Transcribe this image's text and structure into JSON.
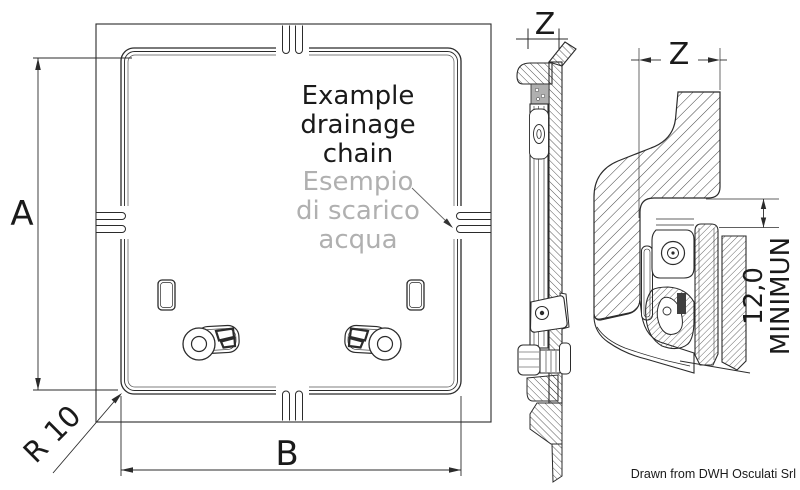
{
  "colors": {
    "line": "#2b2b2b",
    "title_text": "#1a1a1a",
    "subtitle_text": "#b0b0b0",
    "background": "#ffffff"
  },
  "front_view": {
    "title_lines": [
      "Example",
      "drainage",
      "chain"
    ],
    "subtitle_lines": [
      "Esempio",
      "di scarico",
      "acqua"
    ],
    "dim_a_label": "A",
    "dim_b_label": "B",
    "radius_label": "R 10"
  },
  "side_view": {
    "dim_z_label": "Z"
  },
  "detail_view": {
    "dim_z_label": "Z",
    "min_depth_value": "12,0",
    "min_depth_unit": "MINIMUN"
  },
  "footer": {
    "credit": "Drawn from DWH Osculati Srl"
  }
}
